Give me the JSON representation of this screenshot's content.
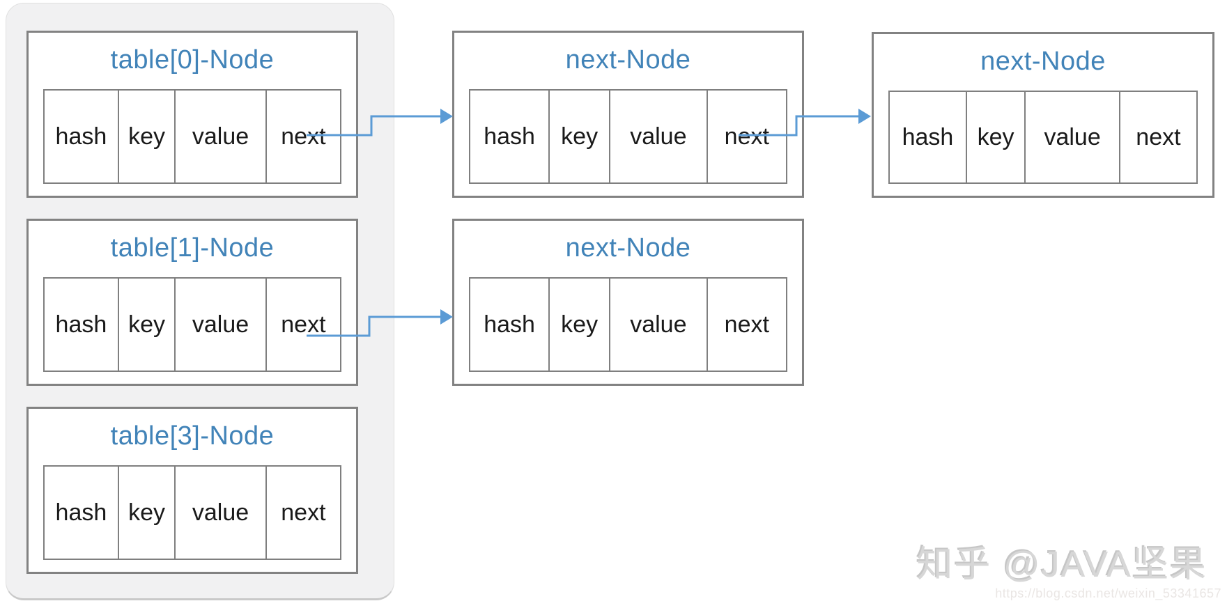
{
  "diagram": {
    "description": "HashMap bucket array with linked Node chains",
    "panel_nodes": [
      {
        "title": "table[0]-Node",
        "cells": [
          "hash",
          "key",
          "value",
          "next"
        ]
      },
      {
        "title": "table[1]-Node",
        "cells": [
          "hash",
          "key",
          "value",
          "next"
        ]
      },
      {
        "title": "table[3]-Node",
        "cells": [
          "hash",
          "key",
          "value",
          "next"
        ]
      }
    ],
    "chain_nodes": [
      {
        "title": "next-Node",
        "cells": [
          "hash",
          "key",
          "value",
          "next"
        ]
      },
      {
        "title": "next-Node",
        "cells": [
          "hash",
          "key",
          "value",
          "next"
        ]
      },
      {
        "title": "next-Node",
        "cells": [
          "hash",
          "key",
          "value",
          "next"
        ]
      }
    ],
    "colors": {
      "title_blue": "#4183B8",
      "border_gray": "#7F7F7F",
      "arrow_blue": "#5B9BD5",
      "panel_bg": "#F1F1F2"
    }
  },
  "watermark": {
    "text": "知乎 @JAVA坚果",
    "url": "https://blog.csdn.net/weixin_53341657"
  }
}
